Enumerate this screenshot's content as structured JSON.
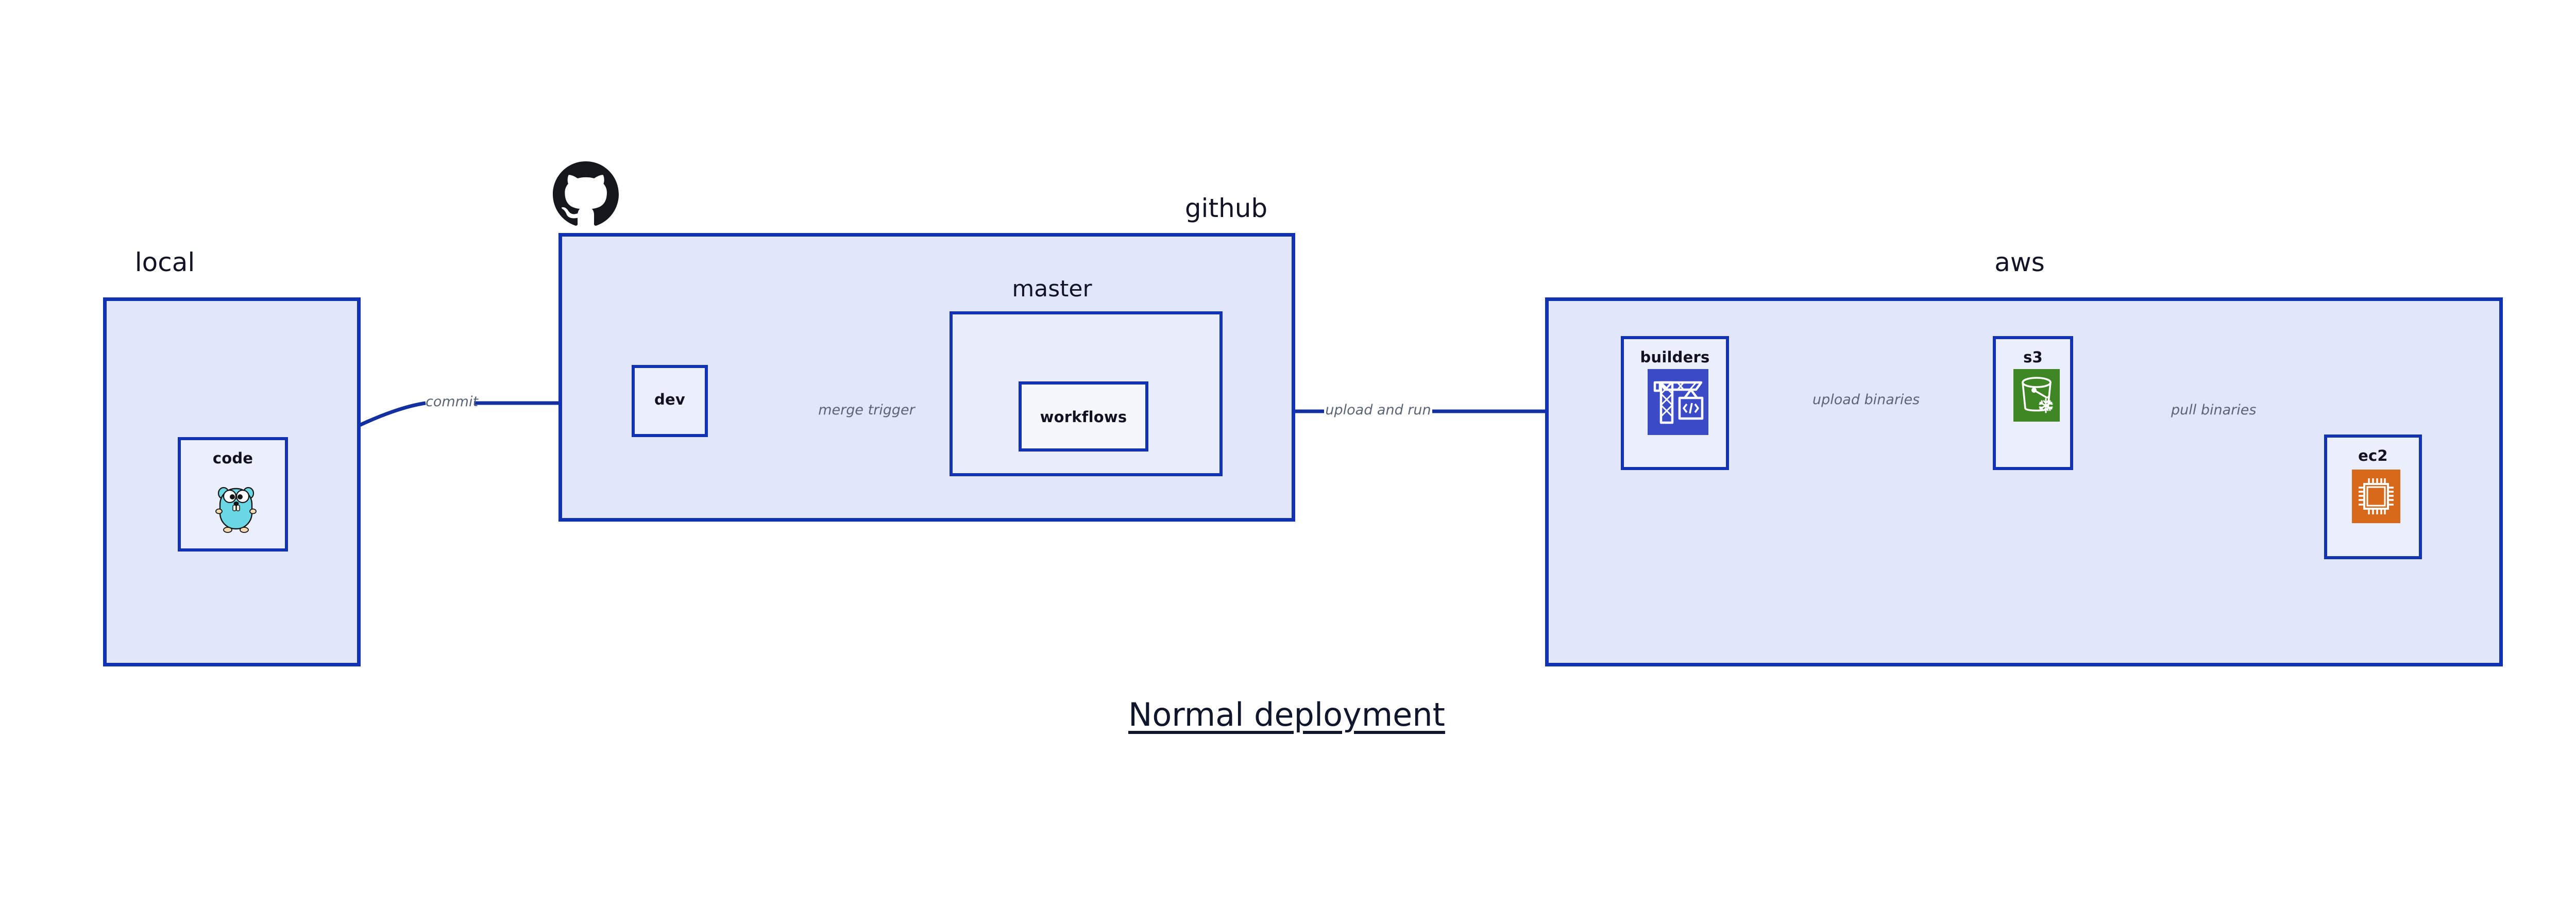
{
  "diagram": {
    "title": "Normal deployment",
    "type": "flow-diagram"
  },
  "zones": [
    {
      "id": "local",
      "title": "local",
      "nodes": [
        {
          "id": "code",
          "label": "code",
          "icon": "go-gopher-icon"
        }
      ]
    },
    {
      "id": "github",
      "title": "github",
      "logo": "github-octocat-icon",
      "nodes": [
        {
          "id": "dev",
          "label": "dev",
          "icon": "none"
        }
      ],
      "subzones": [
        {
          "id": "master",
          "title": "master",
          "nodes": [
            {
              "id": "workflows",
              "label": "workflows",
              "icon": "none"
            }
          ]
        }
      ]
    },
    {
      "id": "aws",
      "title": "aws",
      "nodes": [
        {
          "id": "builders",
          "label": "builders",
          "icon": "aws-codebuild-icon"
        },
        {
          "id": "s3",
          "label": "s3",
          "icon": "aws-s3-glacier-icon"
        },
        {
          "id": "ec2",
          "label": "ec2",
          "icon": "aws-ec2-icon"
        }
      ]
    }
  ],
  "edges": [
    {
      "id": "commit",
      "label": "commit",
      "from": "code",
      "to": "dev"
    },
    {
      "id": "merge-trigger",
      "label": "merge trigger",
      "from": "dev",
      "to": "workflows"
    },
    {
      "id": "upload-and-run",
      "label": "upload and run",
      "from": "workflows",
      "to": "builders"
    },
    {
      "id": "upload-binaries",
      "label": "upload binaries",
      "from": "builders",
      "to": "s3"
    },
    {
      "id": "pull-binaries",
      "label": "pull binaries",
      "from": "s3",
      "to": "ec2"
    }
  ],
  "colors": {
    "zone_fill": "#e1e6f9",
    "subzone_fill": "#e9edfb",
    "node_fill": "#ebeffc",
    "node_white_fill": "#f5f7fd",
    "border_blue": "#1132b3",
    "edge_blue": "#12309f",
    "edge_label_gray": "#5b6475",
    "text_dark": "#131326",
    "codebuild_blue": "#3b4bc8",
    "s3_green": "#3f8624",
    "ec2_orange": "#d9691a",
    "gopher_cyan": "#6ad7e5",
    "github_black": "#16161d"
  }
}
